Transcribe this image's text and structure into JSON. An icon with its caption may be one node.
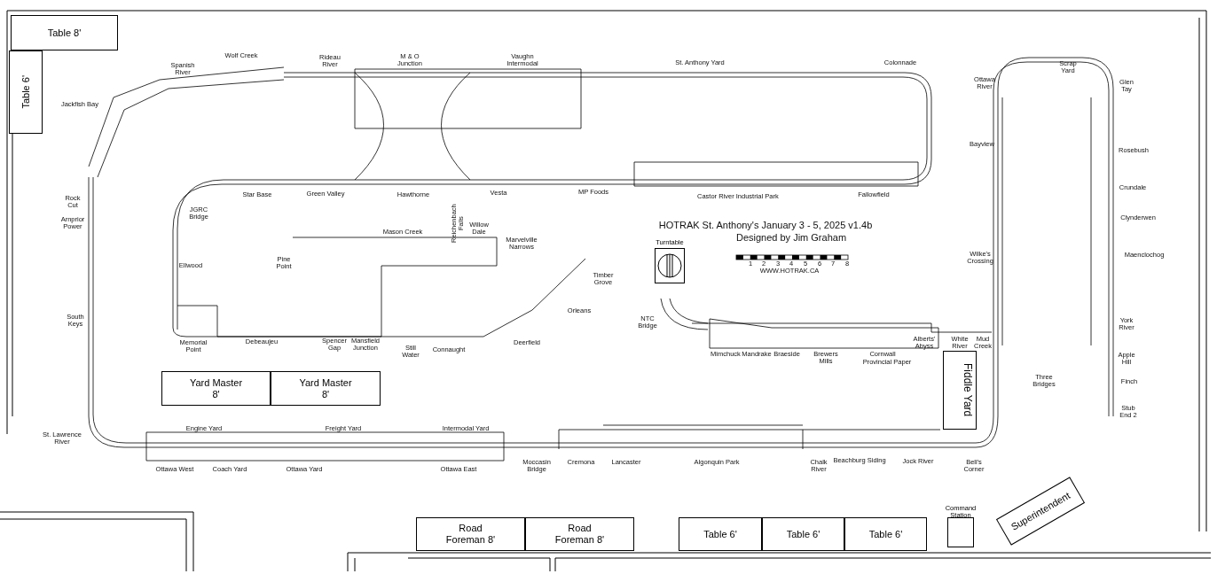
{
  "diagram": {
    "title": "HOTRAK St. Anthony's January 3 - 5, 2025 v1.4b",
    "nodes": [
      {
        "text": [
          "Table 8'"
        ]
      },
      {
        "text": [
          "Table 6'"
        ]
      },
      {
        "text": [
          "Yard Master 8'"
        ]
      },
      {
        "text": [
          "Yard Master 8'"
        ]
      },
      {
        "text": [
          "Fiddle Yard"
        ]
      },
      {
        "text": [
          "Turntable"
        ]
      },
      {
        "text": [
          "Road Foreman 8'"
        ]
      },
      {
        "text": [
          "Road Foreman 8'"
        ]
      },
      {
        "text": [
          "Table 6'"
        ]
      },
      {
        "text": [
          "Table 6'"
        ]
      },
      {
        "text": [
          "Table 6'"
        ]
      },
      {
        "text": [
          "Command Station"
        ]
      },
      {
        "text": [
          "Superintendent"
        ]
      }
    ],
    "edges": [],
    "labels": [
      "Designed by Jim Graham",
      "Spanish River",
      "Wolf Creek",
      "Rideau River",
      "M & O Junction",
      "Vaughn Intermodal",
      "St. Anthony Yard",
      "Colonnade",
      "Ottawa River",
      "Scrap Yard",
      "Glen Tay",
      "Jackfish Bay",
      "Bayview",
      "Rosebush",
      "Rock Cut",
      "Arnprior Power",
      "Star Base",
      "Green Valley",
      "Hawthorne",
      "Vesta",
      "MP Foods",
      "Castor River Industrial Park",
      "Fallowfield",
      "Crundale",
      "JGRC Bridge",
      "Clynderwen",
      "Maenclochog",
      "Wilke's Crossing",
      "Mason Creek",
      "Reichenbach Falls",
      "Willow Dale",
      "Marvelville Narrows",
      "Pine Point",
      "Ellwood",
      "Timber Grove",
      "South Keys",
      "Orleans",
      "NTC Bridge",
      "Memorial Point",
      "Debeaujeu",
      "Spencer Gap",
      "Mansfield Junction",
      "Still Water",
      "Connaught",
      "Deerfield",
      "Mimchuck",
      "Mandrake",
      "Braeside",
      "Brewers Mills",
      "Cornwall",
      "Provincial Paper",
      "Alberts' Abyss",
      "White River",
      "Mud Creek",
      "York River",
      "Apple Hill",
      "Three Bridges",
      "Finch",
      "Stub End 2",
      "St. Lawrence River",
      "Engine Yard",
      "Freight Yard",
      "Intermodal Yard",
      "Ottawa West",
      "Coach Yard",
      "Ottawa Yard",
      "Ottawa East",
      "Moccasin Bridge",
      "Cremona",
      "Lancaster",
      "Algonquin Park",
      "Chalk River",
      "Beachburg Siding",
      "Jock River",
      "Bell's Corner",
      "1",
      "2",
      "3",
      "4",
      "5",
      "6",
      "7",
      "8",
      "WWW.HOTRAK.CA"
    ]
  }
}
